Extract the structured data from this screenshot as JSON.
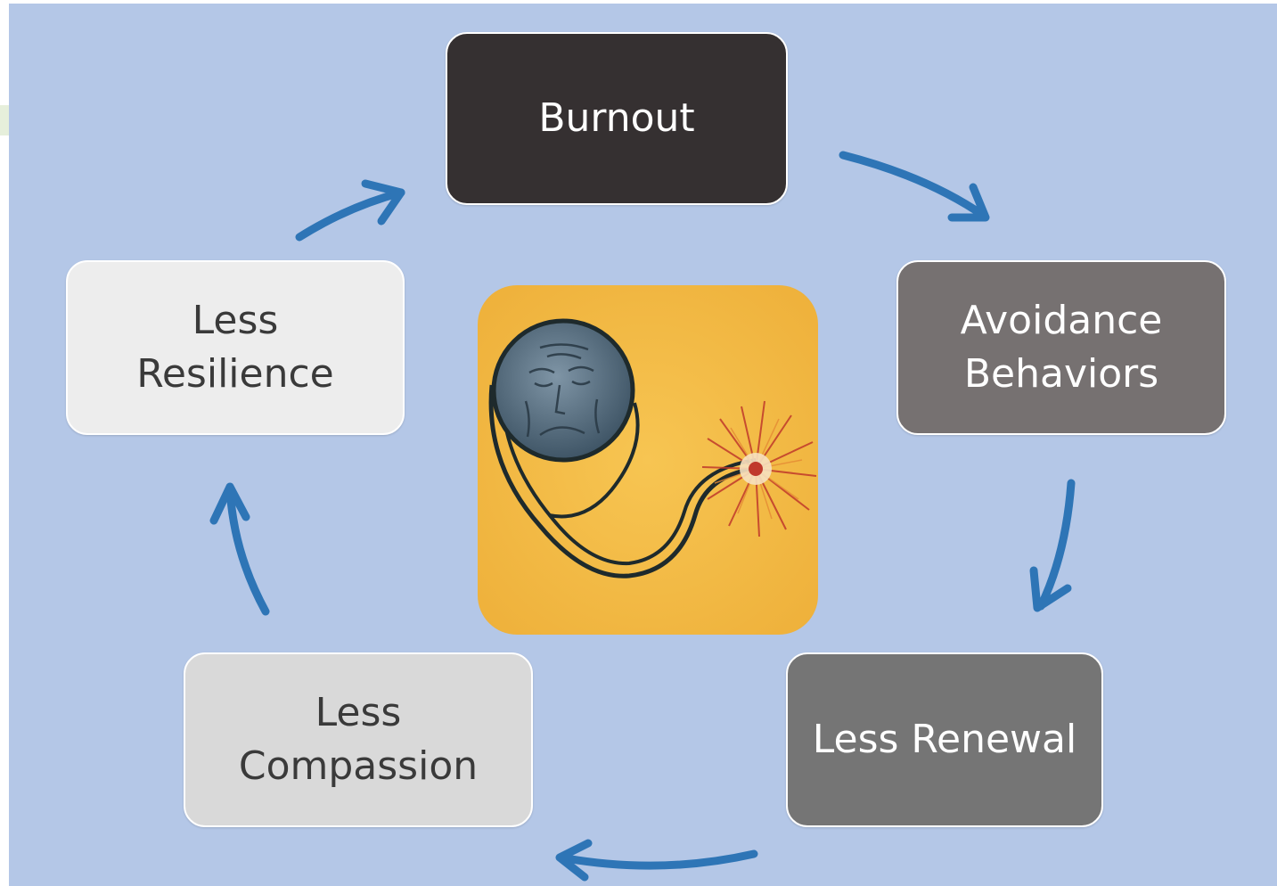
{
  "diagram": {
    "nodes": [
      {
        "id": "burnout",
        "label": "Burnout"
      },
      {
        "id": "avoidance",
        "label": "Avoidance\nBehaviors"
      },
      {
        "id": "renewal",
        "label": "Less Renewal"
      },
      {
        "id": "compassion",
        "label": "Less\nCompassion"
      },
      {
        "id": "resilience",
        "label": "Less\nResilience"
      }
    ],
    "cycle_order": [
      "burnout",
      "avoidance",
      "renewal",
      "compassion",
      "resilience",
      "burnout"
    ],
    "center_image": "burnt-out-match-head-icon"
  },
  "colors": {
    "background": "#b4c7e7",
    "arrow": "#2e75b6",
    "burnout_box": "#353031",
    "avoidance_box": "#767171",
    "renewal_box": "#757575",
    "compassion_box": "#d9d9d9",
    "resilience_box": "#ededed",
    "illustration_bg": "#f4b843"
  }
}
